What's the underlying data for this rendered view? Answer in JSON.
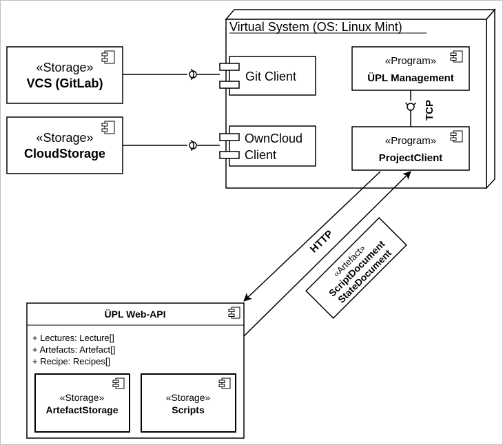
{
  "frame": {
    "stroke_color": "#000000",
    "background": "#ffffff",
    "outer_border_color": "#bfbfbf"
  },
  "vm": {
    "title": "Virtual System (OS: Linux Mint)"
  },
  "vcs": {
    "stereotype": "«Storage»",
    "name": "VCS (GitLab)"
  },
  "cloud": {
    "stereotype": "«Storage»",
    "name": "CloudStorage"
  },
  "git_client": {
    "name": "Git Client"
  },
  "owncloud_client": {
    "name_line1": "OwnCloud",
    "name_line2": "Client"
  },
  "upl_management": {
    "stereotype": "«Program»",
    "name": "ÜPL Management"
  },
  "project_client": {
    "stereotype": "«Program»",
    "name": "ProjectClient"
  },
  "tcp_label": "TCP",
  "http_label": "HTTP",
  "artefact_note": {
    "stereotype": "«Artefact»",
    "line1": "ScriptDocument",
    "line2": "StateDocument"
  },
  "web_api": {
    "title": "ÜPL Web-API",
    "attributes": [
      "+ Lectures: Lecture[]",
      "+ Artefacts: Artefact[]",
      "+ Recipe: Recipes[]"
    ],
    "artefact_storage": {
      "stereotype": "«Storage»",
      "name": "ArtefactStorage"
    },
    "scripts": {
      "stereotype": "«Storage»",
      "name": "Scripts"
    }
  }
}
